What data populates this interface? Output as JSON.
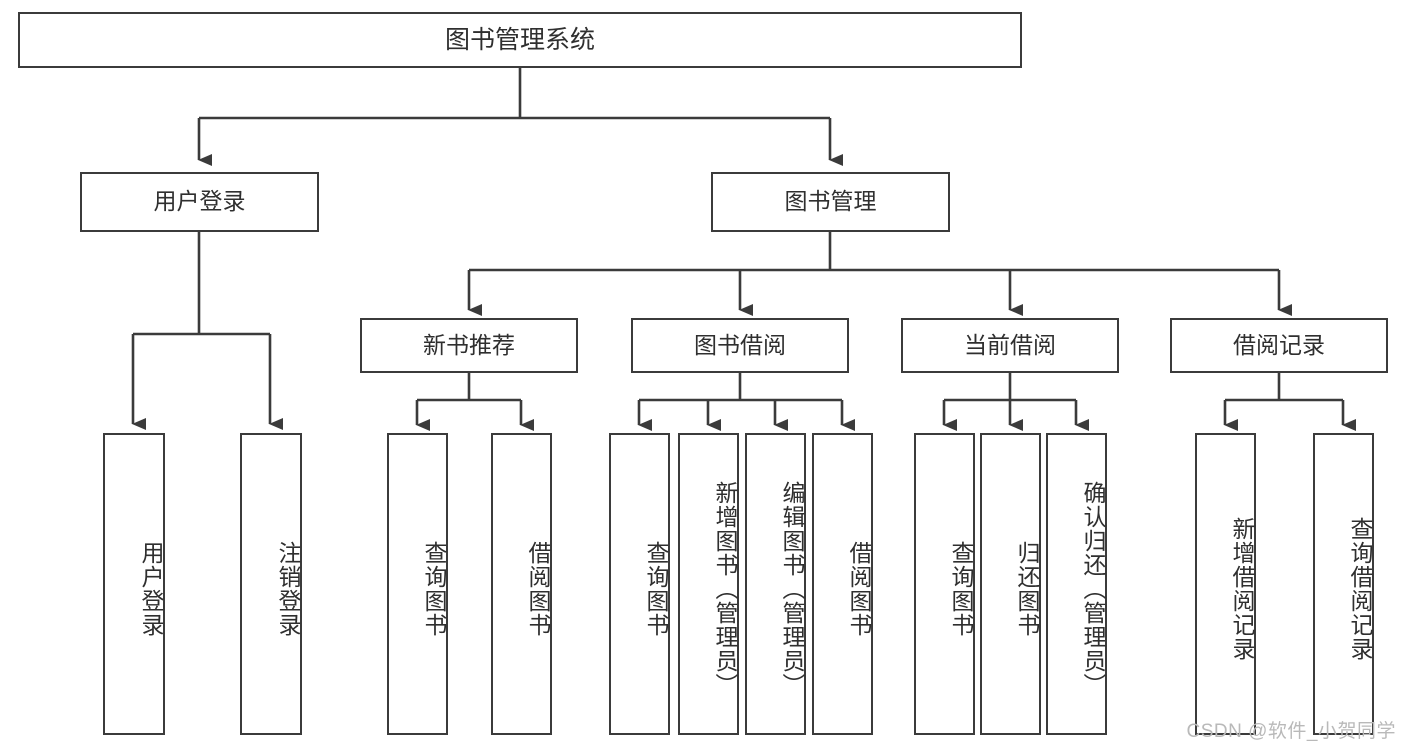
{
  "diagram": {
    "kind": "tree-hierarchy-chart",
    "root": {
      "label": "图书管理系统"
    },
    "level2": [
      {
        "id": "user-login",
        "label": "用户登录"
      },
      {
        "id": "book-manage",
        "label": "图书管理"
      }
    ],
    "level3": [
      {
        "id": "new-book-recommend",
        "label": "新书推荐"
      },
      {
        "id": "book-borrow",
        "label": "图书借阅"
      },
      {
        "id": "current-borrow",
        "label": "当前借阅"
      },
      {
        "id": "borrow-record",
        "label": "借阅记录"
      }
    ],
    "leaves": [
      {
        "id": "leaf-user-login",
        "label": "用户登录"
      },
      {
        "id": "leaf-logout-login",
        "label": "注销登录"
      },
      {
        "id": "leaf-query-book-rec",
        "label": "查询图书"
      },
      {
        "id": "leaf-borrow-book-rec",
        "label": "借阅图书"
      },
      {
        "id": "leaf-query-book-borrow",
        "label": "查询图书"
      },
      {
        "id": "leaf-add-book-admin",
        "label": "新增图书（管理员）"
      },
      {
        "id": "leaf-edit-book-admin",
        "label": "编辑图书（管理员）"
      },
      {
        "id": "leaf-borrow-book",
        "label": "借阅图书"
      },
      {
        "id": "leaf-query-book-current",
        "label": "查询图书"
      },
      {
        "id": "leaf-return-book",
        "label": "归还图书"
      },
      {
        "id": "leaf-confirm-return-admin",
        "label": "确认归还（管理员）"
      },
      {
        "id": "leaf-add-borrow-record",
        "label": "新增借阅记录"
      },
      {
        "id": "leaf-query-borrow-record",
        "label": "查询借阅记录"
      }
    ],
    "colors": {
      "box_border": "#3b3b3b",
      "box_fill": "#ffffff",
      "connector": "#3b3b3b",
      "text": "#2f2f2f",
      "watermark": "#b9b9b9",
      "background": "#ffffff"
    }
  },
  "watermark": {
    "text": "CSDN @软件_小贺同学"
  }
}
